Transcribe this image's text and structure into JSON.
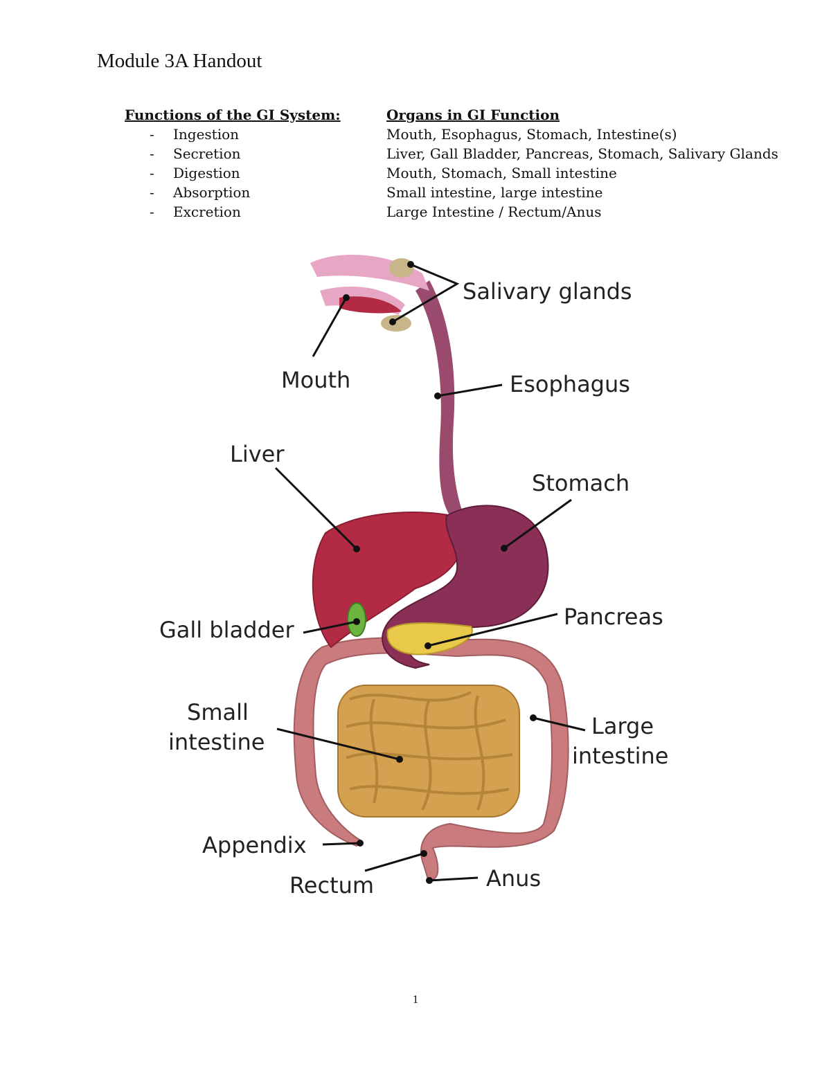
{
  "header": {
    "title": "Module 3A Handout"
  },
  "functions": {
    "heading": "Functions of the GI System:",
    "items": [
      {
        "dash": "-",
        "label": "Ingestion"
      },
      {
        "dash": "-",
        "label": "Secretion"
      },
      {
        "dash": "-",
        "label": "Digestion"
      },
      {
        "dash": "-",
        "label": "Absorption"
      },
      {
        "dash": "-",
        "label": "Excretion"
      }
    ]
  },
  "organs": {
    "heading": "Organs in GI Function",
    "rows": [
      "Mouth, Esophagus, Stomach, Intestine(s)",
      "Liver, Gall Bladder, Pancreas, Stomach, Salivary Glands",
      "Mouth, Stomach, Small intestine",
      "Small intestine, large intestine",
      "Large Intestine / Rectum/Anus"
    ]
  },
  "diagram": {
    "labels": {
      "salivary_glands": "Salivary glands",
      "mouth": "Mouth",
      "esophagus": "Esophagus",
      "liver": "Liver",
      "stomach": "Stomach",
      "gall_bladder": "Gall bladder",
      "pancreas": "Pancreas",
      "small_intestine_1": "Small",
      "small_intestine_2": "intestine",
      "large_intestine_1": "Large",
      "large_intestine_2": "intestine",
      "appendix": "Appendix",
      "rectum": "Rectum",
      "anus": "Anus"
    },
    "colors": {
      "liver": "#b22a43",
      "stomach": "#8a2f55",
      "esophagus": "#9a4a6d",
      "gall_bladder": "#6db33f",
      "pancreas": "#e8c94a",
      "small_intestine": "#d3a14f",
      "large_intestine": "#c97b7d",
      "salivary": "#c9b58a",
      "tongue": "#e6a6c4"
    }
  },
  "footer": {
    "page_number": "1"
  }
}
